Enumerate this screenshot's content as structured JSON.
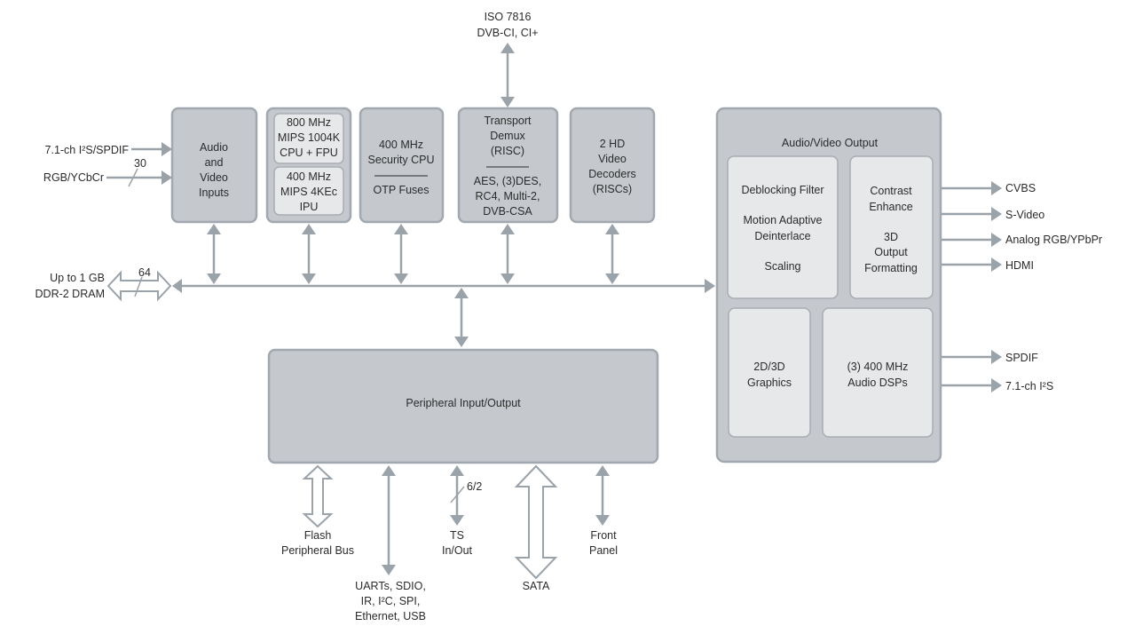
{
  "top_interface": [
    "ISO 7816",
    "DVB-CI, CI+"
  ],
  "inputs": {
    "audio_in": "7.1-ch I²S/SPDIF",
    "video_in": "RGB/YCbCr",
    "video_bus_width": "30",
    "memory": [
      "Up to 1 GB",
      "DDR-2 DRAM"
    ],
    "memory_bus_width": "64"
  },
  "blocks": {
    "av_inputs": [
      "Audio",
      "and",
      "Video",
      "Inputs"
    ],
    "cpu_top": [
      "800 MHz",
      "MIPS 1004K",
      "CPU + FPU"
    ],
    "cpu_bottom": [
      "400 MHz",
      "MIPS 4KEc",
      "IPU"
    ],
    "security": [
      "400 MHz",
      "Security CPU",
      "OTP Fuses"
    ],
    "transport_top": [
      "Transport",
      "Demux",
      "(RISC)"
    ],
    "transport_bottom": [
      "AES, (3)DES,",
      "RC4, Multi-2,",
      "DVB-CSA"
    ],
    "video_decoders": [
      "2 HD",
      "Video",
      "Decoders",
      "(RISCs)"
    ],
    "peripheral": "Peripheral Input/Output"
  },
  "av_output": {
    "title": "Audio/Video Output",
    "deblock": [
      "Deblocking Filter",
      "Motion Adaptive",
      "Deinterlace",
      "Scaling"
    ],
    "contrast": [
      "Contrast",
      "Enhance",
      "3D",
      "Output",
      "Formatting"
    ],
    "graphics": [
      "2D/3D",
      "Graphics"
    ],
    "dsp": [
      "(3) 400 MHz",
      "Audio DSPs"
    ]
  },
  "outputs": [
    "CVBS",
    "S-Video",
    "Analog RGB/YPbPr",
    "HDMI",
    "SPDIF",
    "7.1-ch I²S"
  ],
  "bottom": {
    "flash": [
      "Flash",
      "Peripheral Bus"
    ],
    "uarts": [
      "UARTs, SDIO,",
      "IR, I²C, SPI,",
      "Ethernet, USB"
    ],
    "ts": [
      "TS",
      "In/Out"
    ],
    "ts_width": "6/2",
    "sata": "SATA",
    "front": [
      "Front",
      "Panel"
    ]
  },
  "colors": {
    "block": "#c5c9ce",
    "inner_block": "#e7e8ea",
    "arrow": "#9aa2aa",
    "text": "#2b2b2b"
  }
}
